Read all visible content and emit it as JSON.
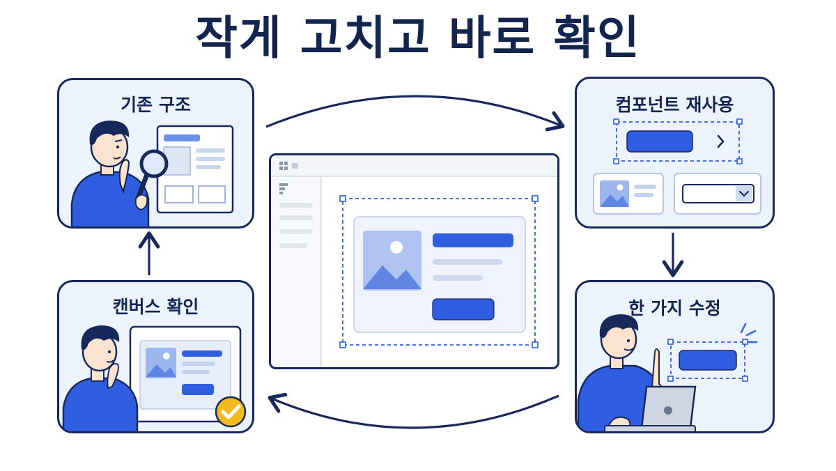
{
  "title": "작게 고치고 바로 확인",
  "steps": {
    "existing_structure": "기존 구조",
    "component_reuse": "컴포넌트 재사용",
    "single_edit": "한 가지 수정",
    "canvas_check": "캔버스 확인"
  },
  "icons": {
    "magnifier": "magnifier-icon",
    "check": "check-badge-icon",
    "chevron_right": "chevron-right-icon",
    "chevron_down": "chevron-down-icon",
    "image": "image-placeholder-icon"
  },
  "colors": {
    "navy": "#17295a",
    "blue": "#2f5fe0",
    "light_blue": "#edf3fc",
    "check_yellow": "#f5b920"
  }
}
